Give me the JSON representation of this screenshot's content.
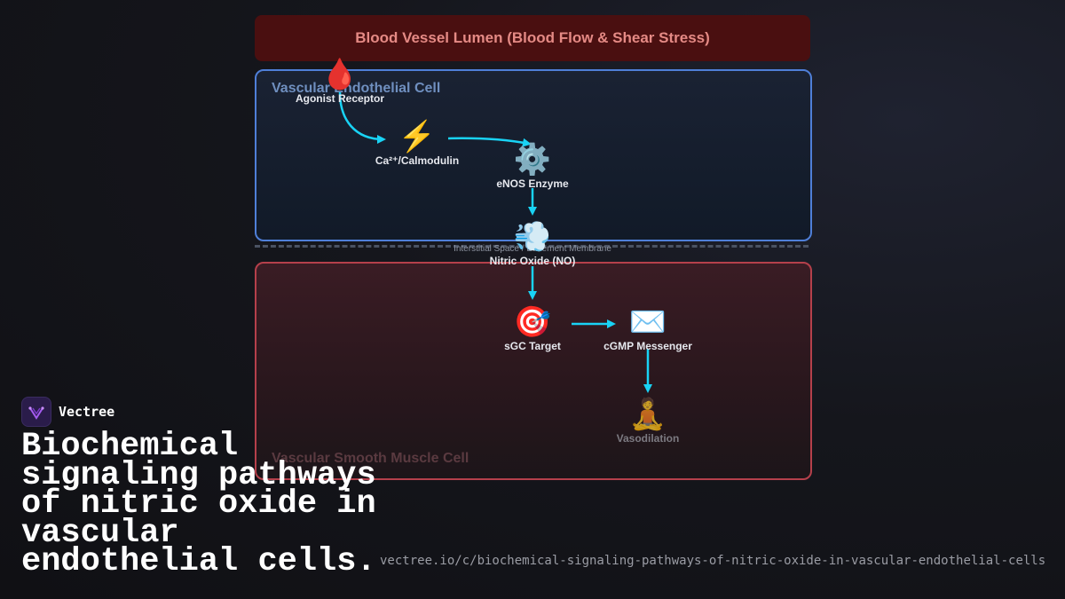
{
  "diagram": {
    "lumen_label": "Blood Vessel Lumen (Blood Flow & Shear Stress)",
    "endothelial_title": "Vascular Endothelial Cell",
    "membrane_label": "Interstitial Space / Basement Membrane",
    "muscle_title": "Vascular Smooth Muscle Cell",
    "nodes": {
      "agonist": {
        "icon": "🩸",
        "label": "Agonist Receptor"
      },
      "calcium": {
        "icon": "⚡",
        "label": "Ca²⁺/Calmodulin"
      },
      "enos": {
        "icon": "⚙️",
        "label": "eNOS Enzyme"
      },
      "no": {
        "icon": "💨",
        "label": "Nitric Oxide (NO)"
      },
      "sgc": {
        "icon": "🎯",
        "label": "sGC Target"
      },
      "cgmp": {
        "icon": "✉️",
        "label": "cGMP Messenger"
      },
      "vaso": {
        "icon": "🧘",
        "label": "Vasodilation"
      }
    },
    "colors": {
      "arrow": "#19d3f5",
      "endothelial_border": "#4f7fd8",
      "muscle_border": "#b5404b",
      "lumen_fill": "#4a0f10"
    }
  },
  "brand": {
    "name": "Vectree",
    "logo_icon": "vectree-logo-icon"
  },
  "headline": "Biochemical signaling pathways of nitric oxide in vascular endothelial cells.",
  "url": "vectree.io/c/biochemical-signaling-pathways-of-nitric-oxide-in-vascular-endothelial-cells"
}
